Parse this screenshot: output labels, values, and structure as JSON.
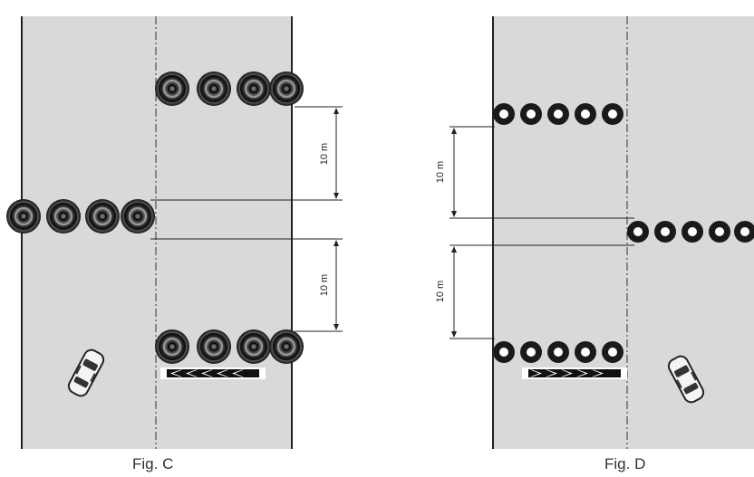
{
  "figures": [
    {
      "caption_prefix": "Fig. ",
      "caption_letter": "C",
      "dimension_labels": [
        "10 m",
        "10 m"
      ]
    },
    {
      "caption_prefix": "Fig. ",
      "caption_letter": "D",
      "dimension_labels": [
        "10 m",
        "10 m"
      ]
    }
  ],
  "colors": {
    "road": "#d9d9d9",
    "road_edge": "#222222",
    "centre_line": "#333333",
    "tire_dark": "#1a1a1a",
    "chevron_marker": "#111111"
  },
  "icons": {
    "tire_stack": "tire-stack-icon",
    "car": "car-icon",
    "chevron_left": "chevron-left-marker-icon",
    "chevron_right": "chevron-right-marker-icon"
  }
}
